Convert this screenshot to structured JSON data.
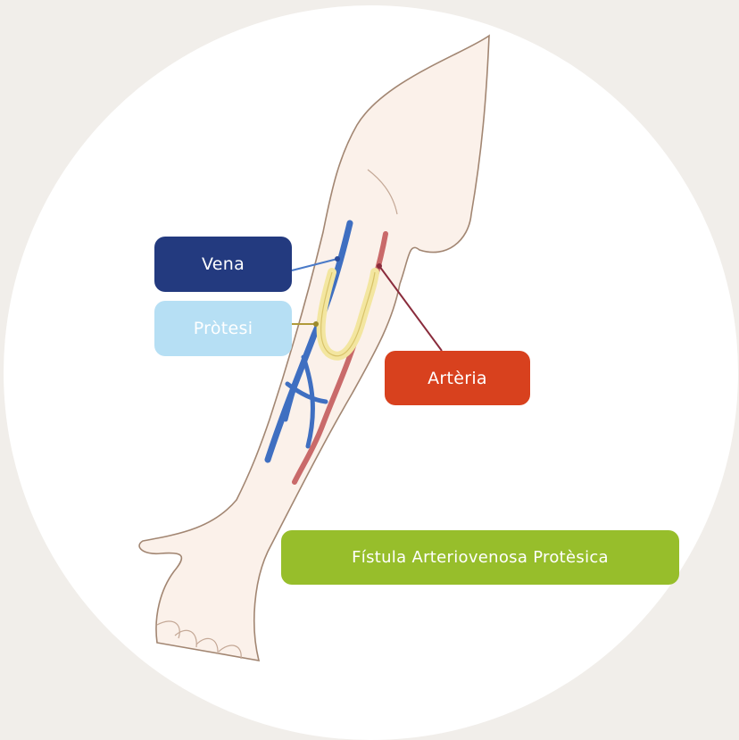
{
  "labels": {
    "vena": "Vena",
    "protesi": "Pròtesi",
    "arteria": "Artèria",
    "fistula": "Fístula Arteriovenosa Protèsica"
  },
  "colors": {
    "background": "#f1eeea",
    "vein": "#3f6fc1",
    "artery": "#c96a6a",
    "graft": "#f3e6a0",
    "vena_badge": "#233a7f",
    "protesi_badge": "#b6dff4",
    "arteria_badge": "#d8411e",
    "fistula_badge": "#97be2b"
  }
}
